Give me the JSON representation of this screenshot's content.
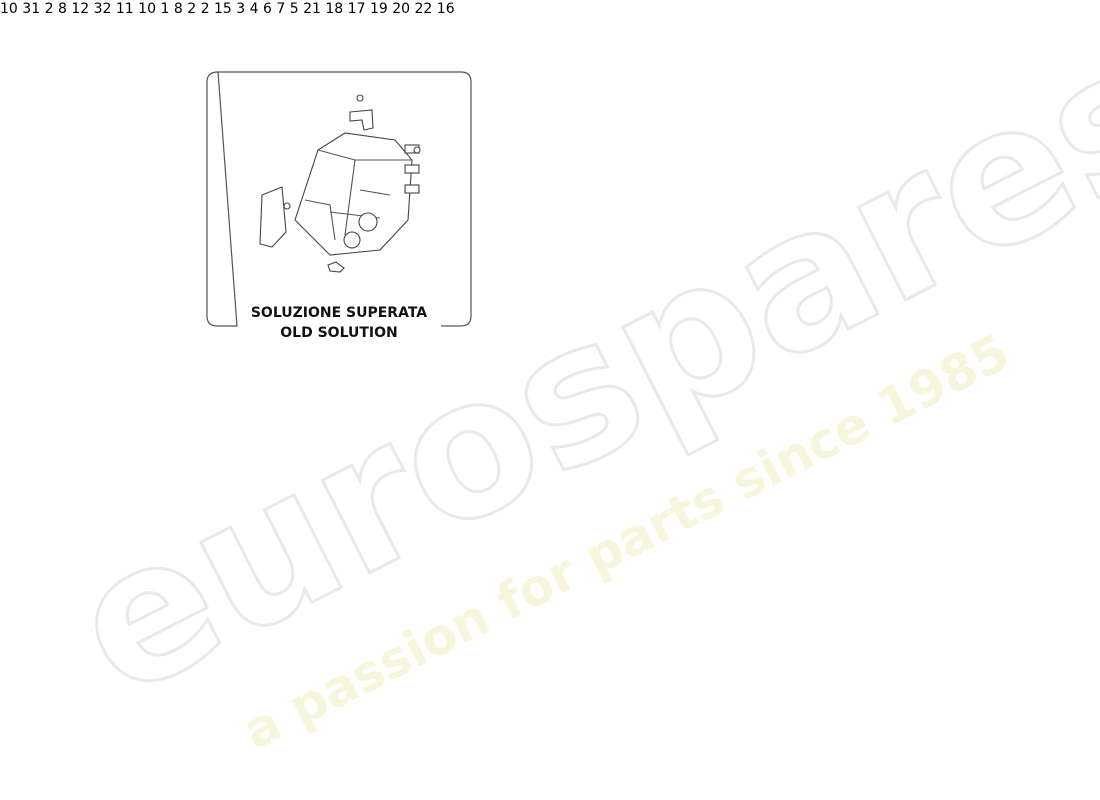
{
  "inset": {
    "caption_line1": "SOLUZIONE SUPERATA",
    "caption_line2": "OLD SOLUTION"
  },
  "watermark": {
    "brand": "eurospares",
    "tagline": "a passion for parts since 1985"
  },
  "callouts": {
    "c1": "1",
    "c2a": "2",
    "c2b": "2",
    "c2c": "2",
    "c3": "3",
    "c4": "4",
    "c5": "5",
    "c6": "6",
    "c7": "7",
    "c8a": "8",
    "c8b": "8",
    "c10a": "10",
    "c10b": "10",
    "c11": "11",
    "c12": "12",
    "c15": "15",
    "c16": "16",
    "c17": "17",
    "c18": "18",
    "c19": "19",
    "c20": "20",
    "c21": "21",
    "c22": "22",
    "c31": "31",
    "c32": "32"
  }
}
